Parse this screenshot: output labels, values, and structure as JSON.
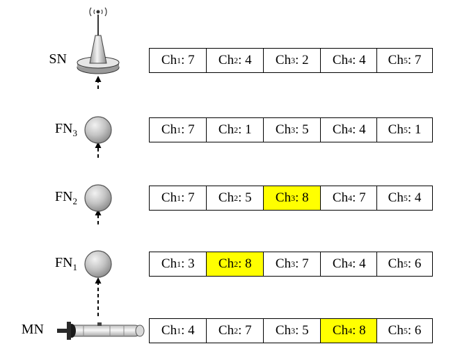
{
  "highlight_color": "#ffff00",
  "rows": [
    {
      "node": {
        "label": "SN",
        "sub": "",
        "icon": "antenna-tower-icon"
      },
      "cells": [
        {
          "ch": "Ch",
          "sub": "1",
          "value": ": 7",
          "highlighted": false
        },
        {
          "ch": "Ch",
          "sub": "2",
          "value": ": 4",
          "highlighted": false
        },
        {
          "ch": "Ch",
          "sub": "3",
          "value": ": 2",
          "highlighted": false
        },
        {
          "ch": "Ch",
          "sub": "4",
          "value": ": 4",
          "highlighted": false
        },
        {
          "ch": "Ch",
          "sub": "5",
          "value": ": 7",
          "highlighted": false
        }
      ]
    },
    {
      "node": {
        "label": "FN",
        "sub": "3",
        "icon": "sphere-node-icon"
      },
      "cells": [
        {
          "ch": "Ch",
          "sub": "1",
          "value": ": 7",
          "highlighted": false
        },
        {
          "ch": "Ch",
          "sub": "2",
          "value": ": 1",
          "highlighted": false
        },
        {
          "ch": "Ch",
          "sub": "3",
          "value": ": 5",
          "highlighted": false
        },
        {
          "ch": "Ch",
          "sub": "4",
          "value": ": 4",
          "highlighted": false
        },
        {
          "ch": "Ch",
          "sub": "5",
          "value": ": 1",
          "highlighted": false
        }
      ]
    },
    {
      "node": {
        "label": "FN",
        "sub": "2",
        "icon": "sphere-node-icon"
      },
      "cells": [
        {
          "ch": "Ch",
          "sub": "1",
          "value": ": 7",
          "highlighted": false
        },
        {
          "ch": "Ch",
          "sub": "2",
          "value": ": 5",
          "highlighted": false
        },
        {
          "ch": "Ch",
          "sub": "3",
          "value": ": 8",
          "highlighted": true
        },
        {
          "ch": "Ch",
          "sub": "4",
          "value": ": 7",
          "highlighted": false
        },
        {
          "ch": "Ch",
          "sub": "5",
          "value": ": 4",
          "highlighted": false
        }
      ]
    },
    {
      "node": {
        "label": "FN",
        "sub": "1",
        "icon": "sphere-node-icon"
      },
      "cells": [
        {
          "ch": "Ch",
          "sub": "1",
          "value": ": 3",
          "highlighted": false
        },
        {
          "ch": "Ch",
          "sub": "2",
          "value": ": 8",
          "highlighted": true
        },
        {
          "ch": "Ch",
          "sub": "3",
          "value": ": 7",
          "highlighted": false
        },
        {
          "ch": "Ch",
          "sub": "4",
          "value": ": 4",
          "highlighted": false
        },
        {
          "ch": "Ch",
          "sub": "5",
          "value": ": 6",
          "highlighted": false
        }
      ]
    },
    {
      "node": {
        "label": "MN",
        "sub": "",
        "icon": "underwater-vehicle-icon"
      },
      "cells": [
        {
          "ch": "Ch",
          "sub": "1",
          "value": ": 4",
          "highlighted": false
        },
        {
          "ch": "Ch",
          "sub": "2",
          "value": ": 7",
          "highlighted": false
        },
        {
          "ch": "Ch",
          "sub": "3",
          "value": ": 5",
          "highlighted": false
        },
        {
          "ch": "Ch",
          "sub": "4",
          "value": ": 8",
          "highlighted": true
        },
        {
          "ch": "Ch",
          "sub": "5",
          "value": ": 6",
          "highlighted": false
        }
      ]
    }
  ]
}
